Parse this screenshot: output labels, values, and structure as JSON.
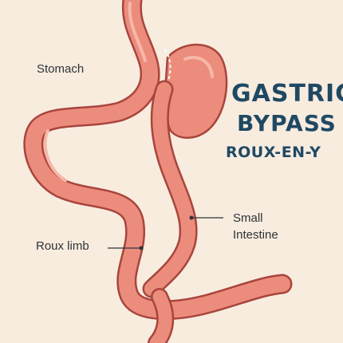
{
  "title": {
    "line1": "GASTRIC",
    "line2": "BYPASS",
    "line3": "ROUX-EN-Y"
  },
  "labels": {
    "stomach": "Stomach",
    "small_intestine_line1": "Small",
    "small_intestine_line2": "Intestine",
    "roux_limb": "Roux limb"
  },
  "colors": {
    "background": "#f8ecdf",
    "tissue": "#ec8c7c",
    "tissue_outline": "#a8453c",
    "tissue_highlight": "#f6b8a8",
    "title_text": "#1f4963",
    "label_text": "#2e3338"
  }
}
